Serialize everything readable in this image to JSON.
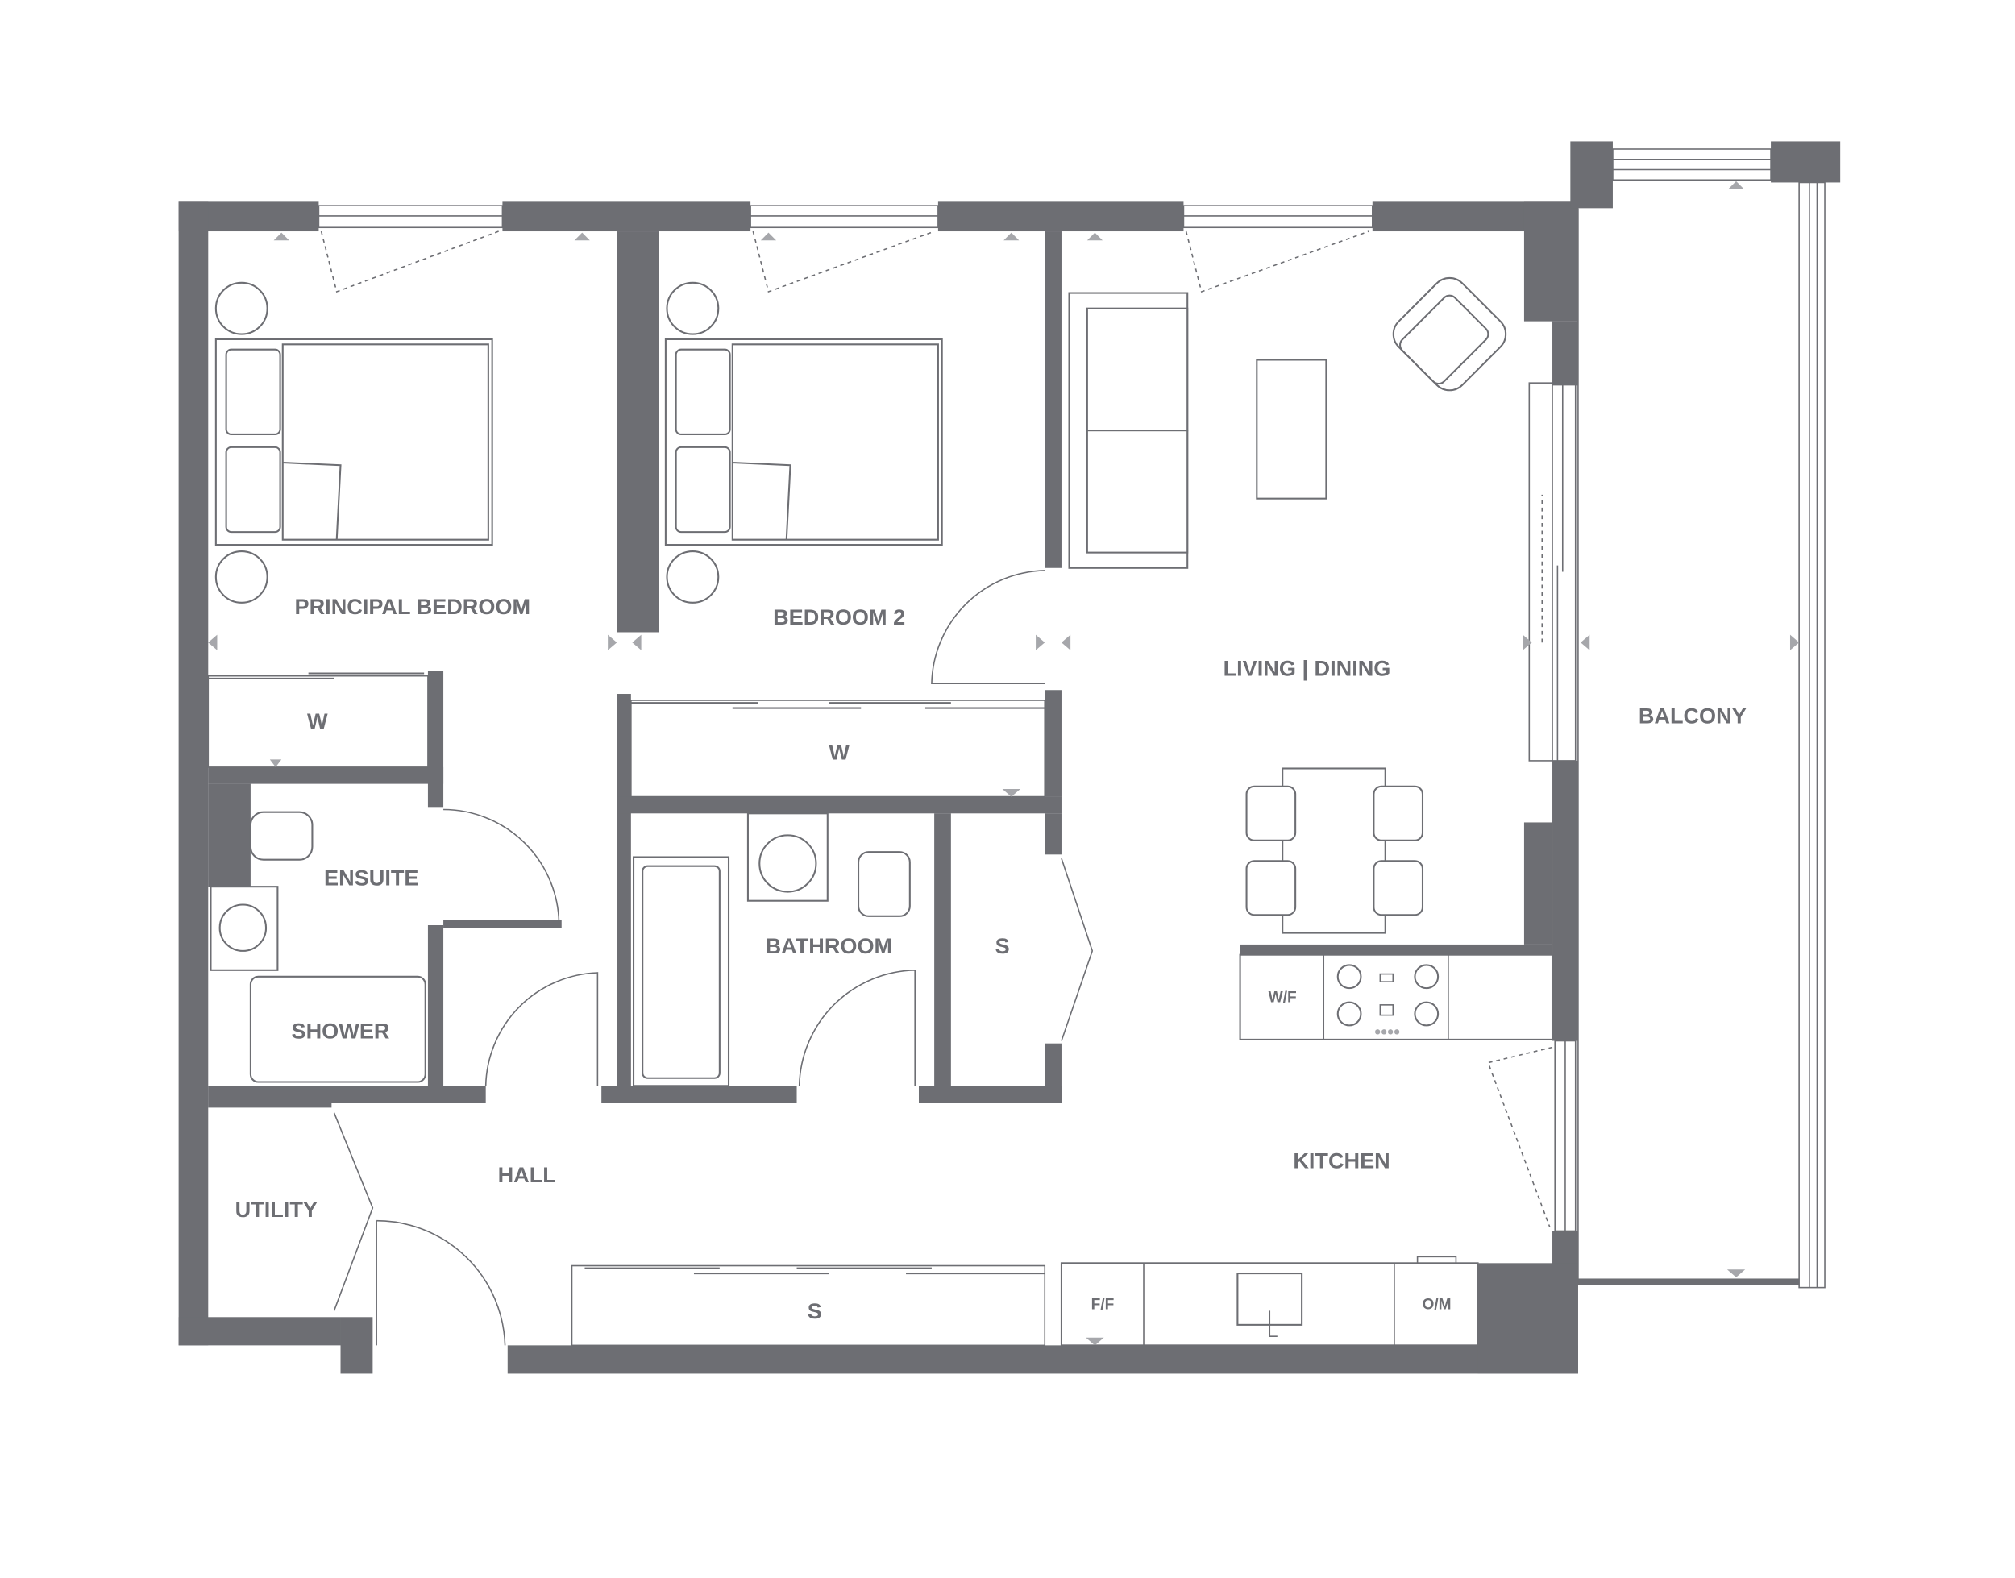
{
  "plan": {
    "rooms": {
      "principal_bedroom": "PRINCIPAL BEDROOM",
      "bedroom_2": "BEDROOM 2",
      "living_dining": "LIVING | DINING",
      "balcony": "BALCONY",
      "ensuite": "ENSUITE",
      "shower": "SHOWER",
      "bathroom": "BATHROOM",
      "kitchen": "KITCHEN",
      "hall": "HALL",
      "utility": "UTILITY"
    },
    "storage": {
      "wardrobe_principal": "W",
      "wardrobe_bedroom2": "W",
      "store_hall_cupboard": "S",
      "store_hall_long": "S"
    },
    "appliances": {
      "washer_fridge": "W/F",
      "fridge_freezer": "F/F",
      "oven_microwave": "O/M"
    },
    "colors": {
      "walls": "#6d6e73",
      "markers": "#a6a7ab",
      "background": "#ffffff"
    }
  }
}
